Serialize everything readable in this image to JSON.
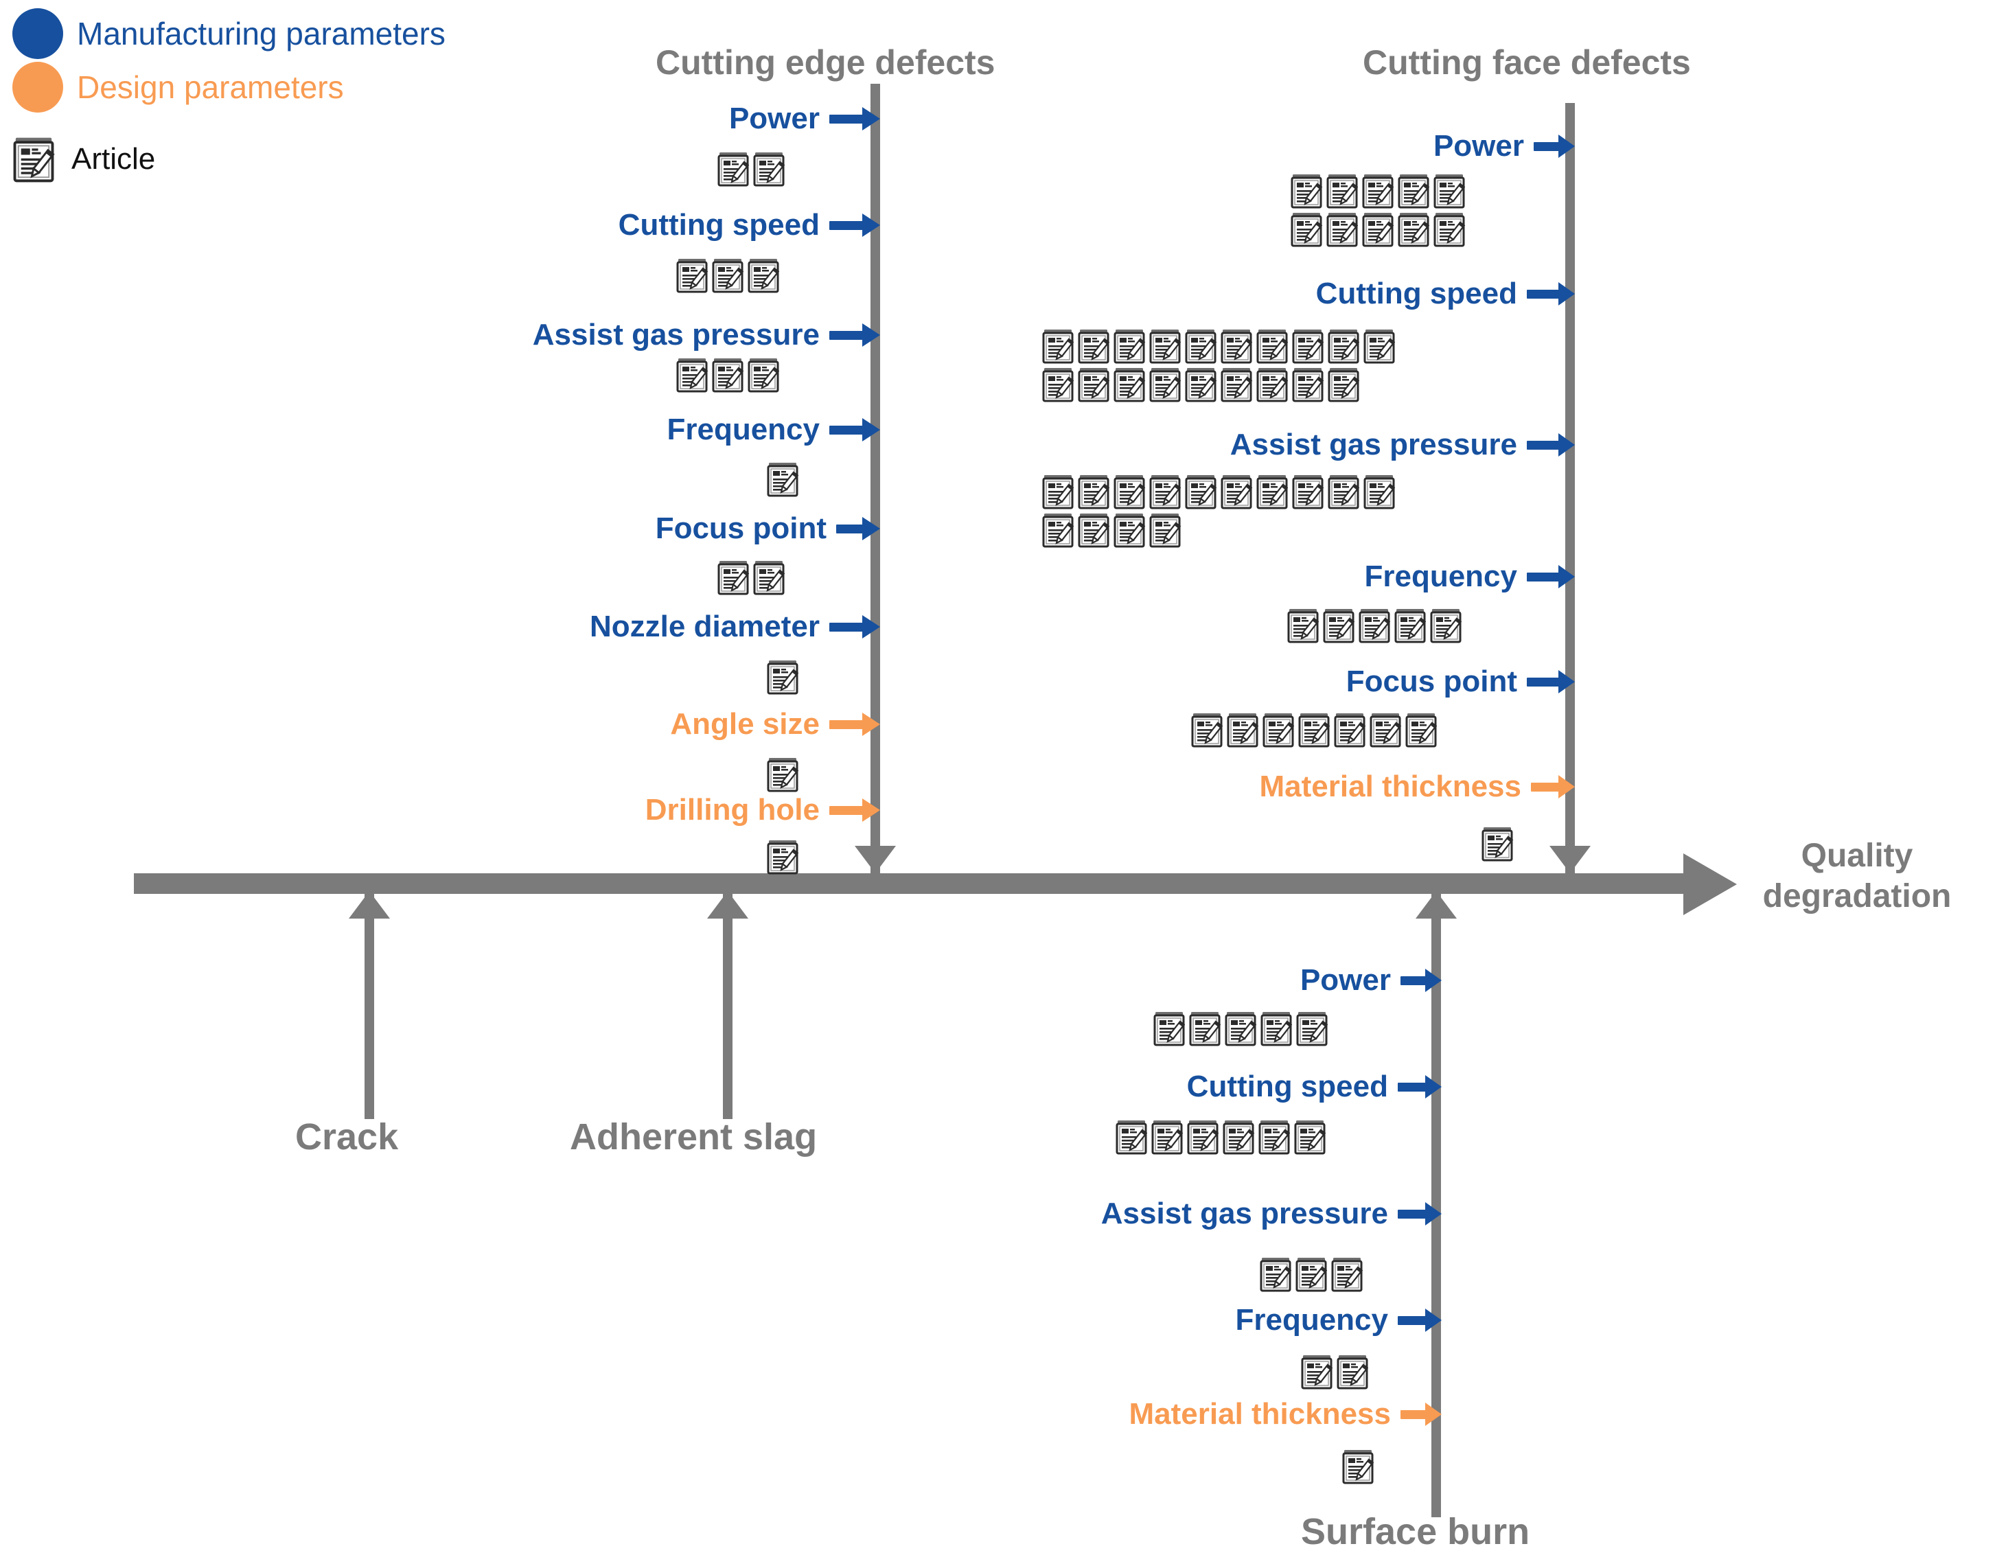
{
  "legend": {
    "items": [
      {
        "label": "Manufacturing parameters",
        "color": "#17509e",
        "shape": "circle"
      },
      {
        "label": "Design parameters",
        "color": "#f89b52",
        "shape": "circle"
      }
    ],
    "article_entry": {
      "label": "Article",
      "icon": "article-icon"
    }
  },
  "colors": {
    "manufacturing": "#17509e",
    "design": "#f89b52",
    "structure": "#7b7b7b",
    "background": "#ffffff"
  },
  "spine": {
    "goal_line1": "Quality",
    "goal_line2": "degradation"
  },
  "chart_data": {
    "type": "diagram",
    "subtype": "fishbone-ishikawa",
    "effect": "Quality degradation",
    "legend": [
      "Manufacturing parameters",
      "Design parameters",
      "Article"
    ],
    "categories": [
      {
        "name": "Cutting edge defects",
        "position": "top",
        "causes": [
          {
            "label": "Power",
            "type": "Manufacturing parameters",
            "articles": 2
          },
          {
            "label": "Cutting speed",
            "type": "Manufacturing parameters",
            "articles": 3
          },
          {
            "label": "Assist gas pressure",
            "type": "Manufacturing parameters",
            "articles": 3
          },
          {
            "label": "Frequency",
            "type": "Manufacturing parameters",
            "articles": 1
          },
          {
            "label": "Focus point",
            "type": "Manufacturing parameters",
            "articles": 2
          },
          {
            "label": "Nozzle diameter",
            "type": "Manufacturing parameters",
            "articles": 1
          },
          {
            "label": "Angle size",
            "type": "Design parameters",
            "articles": 1
          },
          {
            "label": "Drilling hole",
            "type": "Design parameters",
            "articles": 1
          }
        ]
      },
      {
        "name": "Cutting face defects",
        "position": "top",
        "causes": [
          {
            "label": "Power",
            "type": "Manufacturing parameters",
            "articles": 10
          },
          {
            "label": "Cutting speed",
            "type": "Manufacturing parameters",
            "articles": 19
          },
          {
            "label": "Assist gas pressure",
            "type": "Manufacturing parameters",
            "articles": 14
          },
          {
            "label": "Frequency",
            "type": "Manufacturing parameters",
            "articles": 5
          },
          {
            "label": "Focus point",
            "type": "Manufacturing parameters",
            "articles": 7
          },
          {
            "label": "Material thickness",
            "type": "Design parameters",
            "articles": 1
          }
        ]
      },
      {
        "name": "Crack",
        "position": "bottom",
        "causes": []
      },
      {
        "name": "Adherent slag",
        "position": "bottom",
        "causes": []
      },
      {
        "name": "Surface burn",
        "position": "bottom",
        "causes": [
          {
            "label": "Power",
            "type": "Manufacturing parameters",
            "articles": 5
          },
          {
            "label": "Cutting speed",
            "type": "Manufacturing parameters",
            "articles": 6
          },
          {
            "label": "Assist gas pressure",
            "type": "Manufacturing parameters",
            "articles": 3
          },
          {
            "label": "Frequency",
            "type": "Manufacturing parameters",
            "articles": 2
          },
          {
            "label": "Material thickness",
            "type": "Design parameters",
            "articles": 1
          }
        ]
      }
    ]
  },
  "branches": {
    "cutting_edge": {
      "title": "Cutting edge defects",
      "params": [
        {
          "label": "Power",
          "articles": 2
        },
        {
          "label": "Cutting speed",
          "articles": 3
        },
        {
          "label": "Assist gas pressure",
          "articles": 3
        },
        {
          "label": "Frequency",
          "articles": 1
        },
        {
          "label": "Focus point",
          "articles": 2
        },
        {
          "label": "Nozzle diameter",
          "articles": 1
        },
        {
          "label": "Angle size",
          "articles": 1
        },
        {
          "label": "Drilling hole",
          "articles": 1
        }
      ]
    },
    "cutting_face": {
      "title": "Cutting face defects",
      "params": [
        {
          "label": "Power",
          "articles": 10
        },
        {
          "label": "Cutting speed",
          "articles": 19
        },
        {
          "label": "Assist gas pressure",
          "articles": 14
        },
        {
          "label": "Frequency",
          "articles": 5
        },
        {
          "label": "Focus point",
          "articles": 7
        },
        {
          "label": "Material thickness",
          "articles": 1
        }
      ]
    },
    "surface_burn": {
      "title": "Surface burn",
      "params": [
        {
          "label": "Power",
          "articles": 5
        },
        {
          "label": "Cutting speed",
          "articles": 6
        },
        {
          "label": "Assist gas pressure",
          "articles": 3
        },
        {
          "label": "Frequency",
          "articles": 2
        },
        {
          "label": "Material thickness",
          "articles": 1
        }
      ]
    },
    "crack": {
      "title": "Crack",
      "params": []
    },
    "adherent_slag": {
      "title": "Adherent slag",
      "params": []
    }
  }
}
